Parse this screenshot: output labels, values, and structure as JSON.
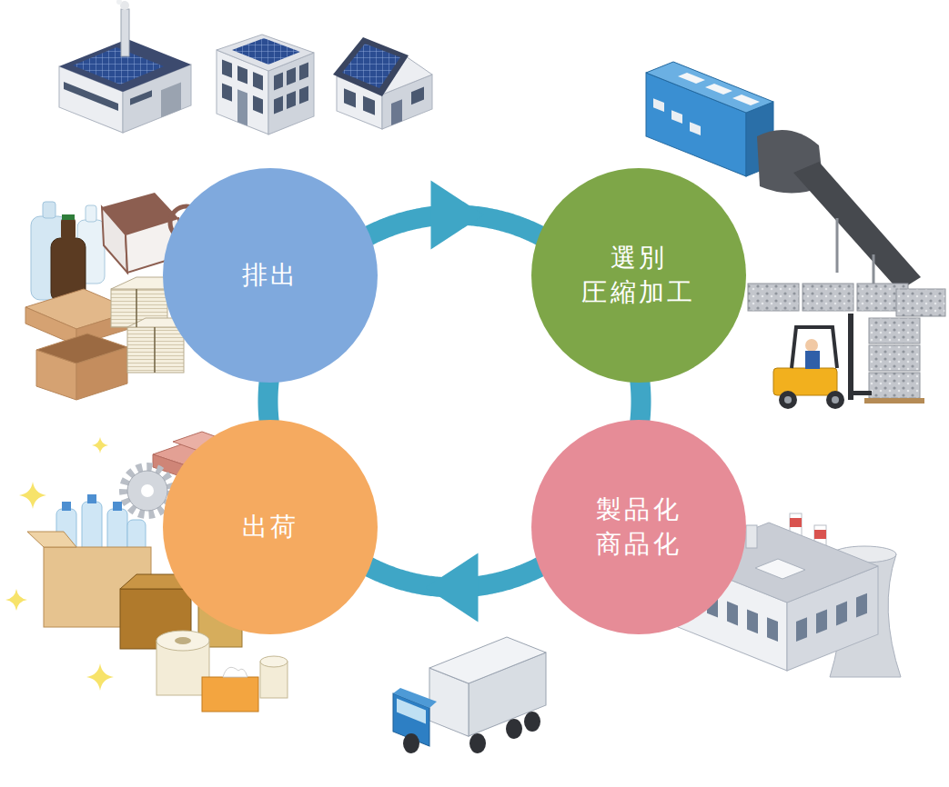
{
  "diagram": {
    "nodes": [
      {
        "text": [
          "排出"
        ]
      },
      {
        "text": [
          "選別 圧縮加工"
        ]
      },
      {
        "text": [
          "製品化 商品化"
        ]
      },
      {
        "text": [
          "出荷"
        ]
      }
    ],
    "edges": [
      {
        "from": 0,
        "to": 1,
        "arrow": "to"
      },
      {
        "from": 1,
        "to": 2,
        "arrow": "none"
      },
      {
        "from": 2,
        "to": 3,
        "arrow": "to"
      },
      {
        "from": 3,
        "to": 0,
        "arrow": "none"
      }
    ]
  }
}
